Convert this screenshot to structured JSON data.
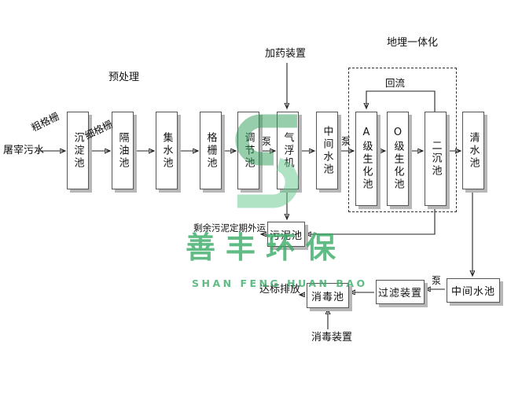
{
  "source": {
    "label": "屠宰污水"
  },
  "screens": {
    "coarse": "粗格栅",
    "fine": "细格栅"
  },
  "sections": {
    "pretreatment": "预处理",
    "dosing_device": "加药装置",
    "buried_integration": "地埋一体化",
    "reflux": "回流"
  },
  "pumps": {
    "p1": "泵",
    "p2": "泵",
    "p3": "泵"
  },
  "tanks": [
    {
      "label": "沉淀池"
    },
    {
      "label": "隔油池"
    },
    {
      "label": "集水池"
    },
    {
      "label": "格栅池"
    },
    {
      "label": "调节池"
    },
    {
      "label": "气浮机"
    },
    {
      "label": "中间水池"
    },
    {
      "label": "A级生化池"
    },
    {
      "label": "O级生化池"
    },
    {
      "label": "二沉池"
    },
    {
      "label": "清水池"
    }
  ],
  "sludge": {
    "tank_label": "污泥池",
    "note": "剩余污泥定期外运"
  },
  "bottom_row": {
    "intermediate_tank": "中间水池",
    "filter_device": "过滤装置",
    "disinfection_tank": "消毒池",
    "disinfection_device": "消毒装置",
    "discharge": "达标排放"
  },
  "watermark": {
    "name_cn": "善丰环保",
    "name_en": "SHAN FENG HUAN BAO",
    "green": "#3aaa66"
  }
}
